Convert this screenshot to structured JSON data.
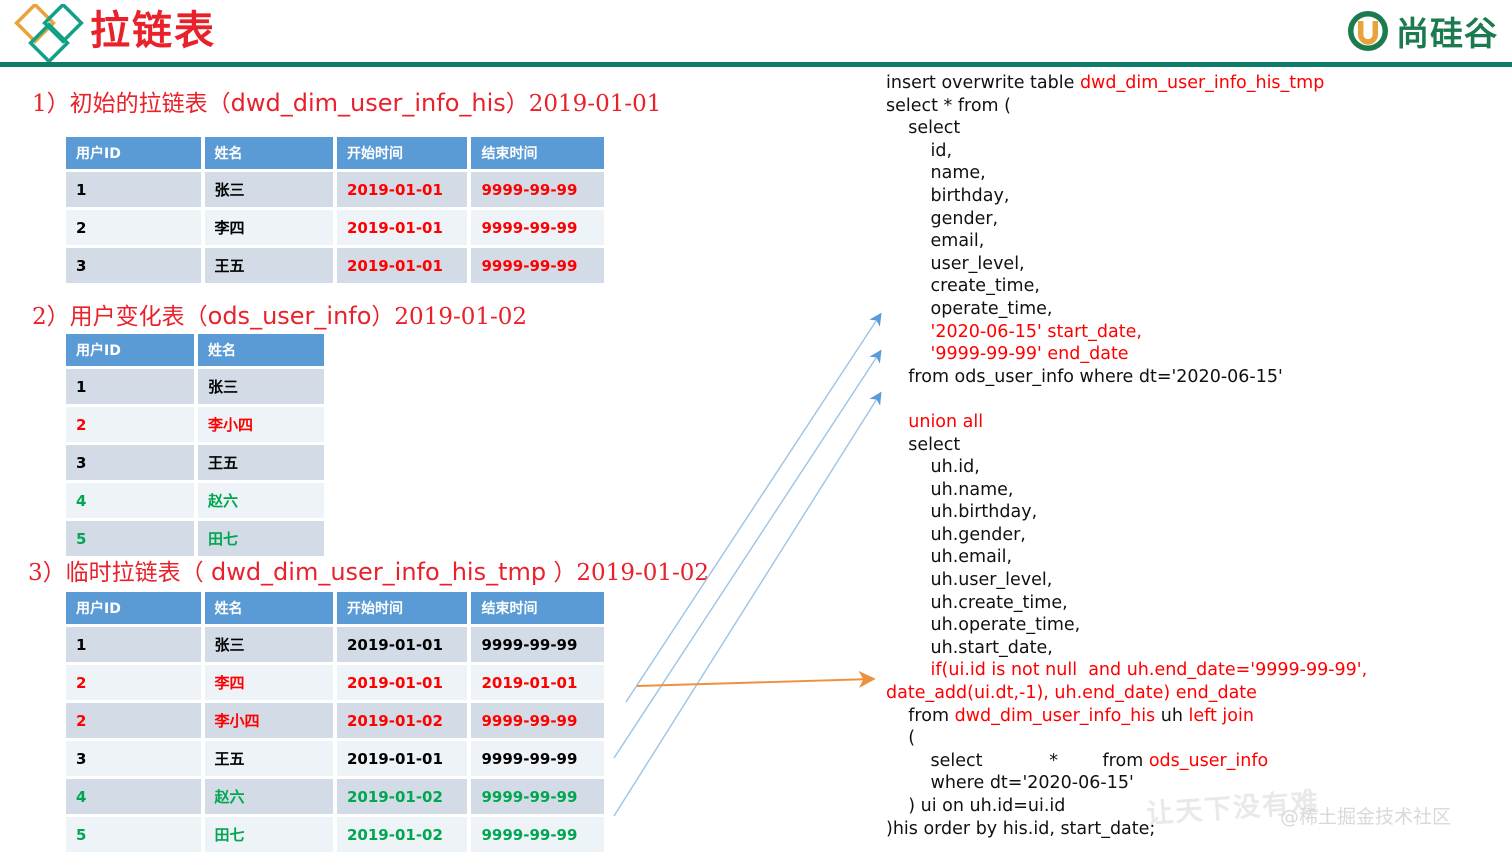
{
  "header": {
    "title": "拉链表",
    "brand_text": "尚硅谷",
    "logo_icon": "diamonds-logo-icon",
    "brand_icon": "u-circle-icon",
    "accent_green": "#0E7C66",
    "accent_red": "#E8212B",
    "brand_green": "#1B7A4E"
  },
  "sections": [
    {
      "index": "1）",
      "label": "初始的拉链表（",
      "table_name": "dwd_dim_user_info_his",
      "label_close": "）",
      "date": "2019-01-01"
    },
    {
      "index": "2）",
      "label": "用户变化表（",
      "table_name": "ods_user_info",
      "label_close": "）",
      "date": "2019-01-02"
    },
    {
      "index": "3）",
      "label": "临时拉链表（ ",
      "table_name": "dwd_dim_user_info_his_tmp",
      "label_close": " ）",
      "date": "2019-01-02"
    }
  ],
  "table1": {
    "headers": [
      "用户ID",
      "姓名",
      "开始时间",
      "结束时间"
    ],
    "rows": [
      {
        "cells": [
          "1",
          "张三",
          "2019-01-01",
          "9999-99-99"
        ],
        "colors": [
          "black",
          "black",
          "red",
          "red"
        ]
      },
      {
        "cells": [
          "2",
          "李四",
          "2019-01-01",
          "9999-99-99"
        ],
        "colors": [
          "black",
          "black",
          "red",
          "red"
        ]
      },
      {
        "cells": [
          "3",
          "王五",
          "2019-01-01",
          "9999-99-99"
        ],
        "colors": [
          "black",
          "black",
          "red",
          "red"
        ]
      }
    ]
  },
  "table2": {
    "headers": [
      "用户ID",
      "姓名"
    ],
    "rows": [
      {
        "cells": [
          "1",
          "张三"
        ],
        "colors": [
          "black",
          "black"
        ]
      },
      {
        "cells": [
          "2",
          "李小四"
        ],
        "colors": [
          "red",
          "red"
        ]
      },
      {
        "cells": [
          "3",
          "王五"
        ],
        "colors": [
          "black",
          "black"
        ]
      },
      {
        "cells": [
          "4",
          "赵六"
        ],
        "colors": [
          "green",
          "green"
        ]
      },
      {
        "cells": [
          "5",
          "田七"
        ],
        "colors": [
          "green",
          "green"
        ]
      }
    ]
  },
  "table3": {
    "headers": [
      "用户ID",
      "姓名",
      "开始时间",
      "结束时间"
    ],
    "rows": [
      {
        "cells": [
          "1",
          "张三",
          "2019-01-01",
          "9999-99-99"
        ],
        "colors": [
          "black",
          "black",
          "black",
          "black"
        ]
      },
      {
        "cells": [
          "2",
          "李四",
          "2019-01-01",
          "2019-01-01"
        ],
        "colors": [
          "red",
          "red",
          "red",
          "red"
        ]
      },
      {
        "cells": [
          "2",
          "李小四",
          "2019-01-02",
          "9999-99-99"
        ],
        "colors": [
          "red",
          "red",
          "red",
          "red"
        ]
      },
      {
        "cells": [
          "3",
          "王五",
          "2019-01-01",
          "9999-99-99"
        ],
        "colors": [
          "black",
          "black",
          "black",
          "black"
        ]
      },
      {
        "cells": [
          "4",
          "赵六",
          "2019-01-02",
          "9999-99-99"
        ],
        "colors": [
          "green",
          "green",
          "green",
          "green"
        ]
      },
      {
        "cells": [
          "5",
          "田七",
          "2019-01-02",
          "9999-99-99"
        ],
        "colors": [
          "green",
          "green",
          "green",
          "green"
        ]
      }
    ]
  },
  "sql": {
    "lines": [
      [
        {
          "t": "insert overwrite table ",
          "c": "black"
        },
        {
          "t": "dwd_dim_user_info_his_tmp",
          "c": "red"
        }
      ],
      [
        {
          "t": "select * from (",
          "c": "black"
        }
      ],
      [
        {
          "t": "    select",
          "c": "black"
        }
      ],
      [
        {
          "t": "        id,",
          "c": "black"
        }
      ],
      [
        {
          "t": "        name,",
          "c": "black"
        }
      ],
      [
        {
          "t": "        birthday,",
          "c": "black"
        }
      ],
      [
        {
          "t": "        gender,",
          "c": "black"
        }
      ],
      [
        {
          "t": "        email,",
          "c": "black"
        }
      ],
      [
        {
          "t": "        user_level,",
          "c": "black"
        }
      ],
      [
        {
          "t": "        create_time,",
          "c": "black"
        }
      ],
      [
        {
          "t": "        operate_time,",
          "c": "black"
        }
      ],
      [
        {
          "t": "        '2020-06-15' start_date,",
          "c": "red"
        }
      ],
      [
        {
          "t": "        '9999-99-99' end_date",
          "c": "red"
        }
      ],
      [
        {
          "t": "    from ods_user_info where dt='2020-06-15'",
          "c": "black"
        }
      ],
      [
        {
          "t": " ",
          "c": "black"
        }
      ],
      [
        {
          "t": "    union all",
          "c": "red"
        }
      ],
      [
        {
          "t": "    select",
          "c": "black"
        }
      ],
      [
        {
          "t": "        uh.id,",
          "c": "black"
        }
      ],
      [
        {
          "t": "        uh.name,",
          "c": "black"
        }
      ],
      [
        {
          "t": "        uh.birthday,",
          "c": "black"
        }
      ],
      [
        {
          "t": "        uh.gender,",
          "c": "black"
        }
      ],
      [
        {
          "t": "        uh.email,",
          "c": "black"
        }
      ],
      [
        {
          "t": "        uh.user_level,",
          "c": "black"
        }
      ],
      [
        {
          "t": "        uh.create_time,",
          "c": "black"
        }
      ],
      [
        {
          "t": "        uh.operate_time,",
          "c": "black"
        }
      ],
      [
        {
          "t": "        uh.start_date,",
          "c": "black"
        }
      ],
      [
        {
          "t": "        if(ui.id is not null  and uh.end_date='9999-99-99',  date_add(ui.dt,-1), uh.end_date) end_date",
          "c": "red"
        }
      ],
      [
        {
          "t": "    from ",
          "c": "black"
        },
        {
          "t": "dwd_dim_user_info_his",
          "c": "red"
        },
        {
          "t": " uh ",
          "c": "black"
        },
        {
          "t": "left join",
          "c": "red"
        }
      ],
      [
        {
          "t": "    (",
          "c": "black"
        }
      ],
      [
        {
          "t": "        select            *        from ",
          "c": "black"
        },
        {
          "t": "ods_user_info",
          "c": "red"
        }
      ],
      [
        {
          "t": "        where dt='2020-06-15'",
          "c": "black"
        }
      ],
      [
        {
          "t": "    ) ui on uh.id=ui.id",
          "c": "black"
        }
      ],
      [
        {
          "t": ")his order by his.id, start_date;",
          "c": "black"
        }
      ]
    ]
  },
  "watermark": {
    "big": "让天下没有难",
    "small": "@稀土掘金技术社区"
  },
  "arrows": {
    "blue_count": 3,
    "orange_count": 1,
    "blue_color": "#9DC3E6",
    "orange_color": "#ED9140"
  }
}
